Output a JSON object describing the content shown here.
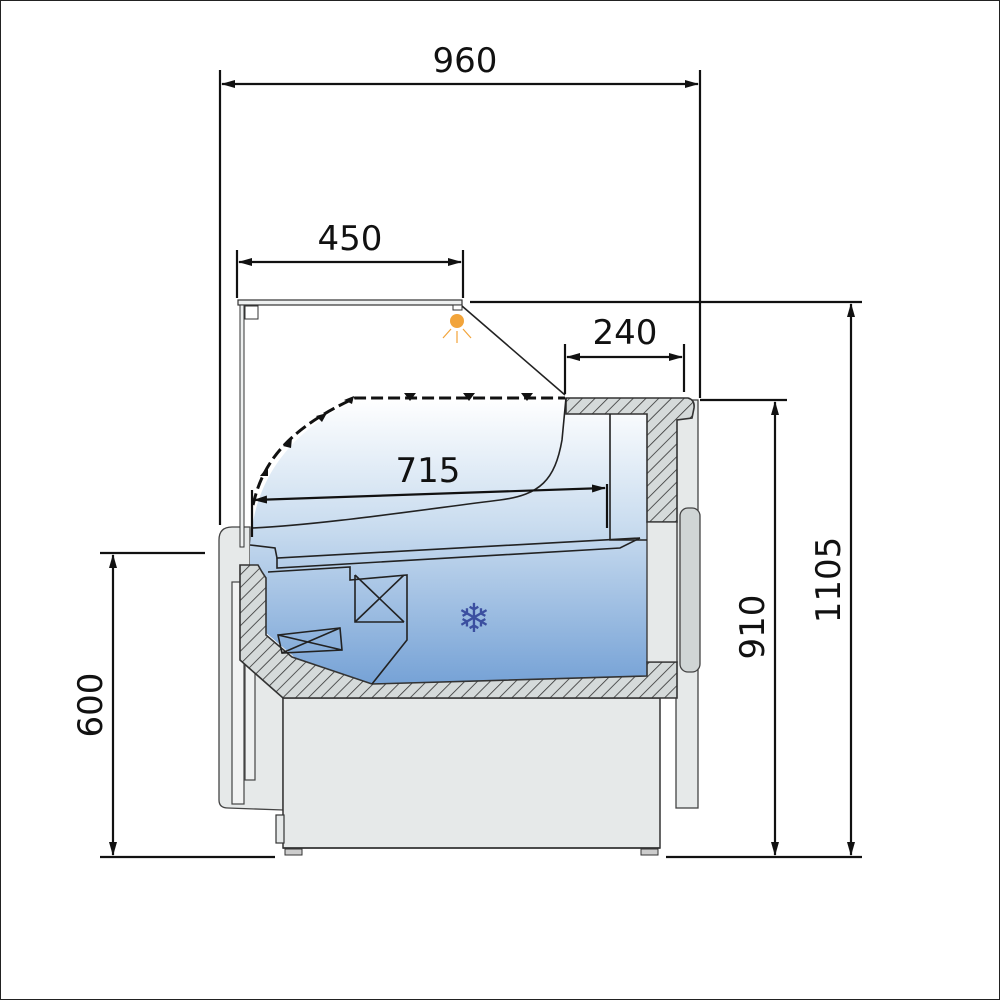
{
  "dimensions": {
    "overall_depth": "960",
    "canopy_depth": "450",
    "work_top": "240",
    "display_depth": "715",
    "counter_height": "600",
    "cabinet_height": "910",
    "total_height": "1105"
  },
  "icons": {
    "light": "light-bulb-icon",
    "cooling": "snowflake-icon"
  },
  "colors": {
    "light": "#f2a43a",
    "snowflake": "#3b4fa0",
    "cold_zone_top": "#ffffff",
    "cold_zone_bottom": "#76a2d6",
    "insulation": "#d5dada",
    "body": "#e6e9e9"
  }
}
